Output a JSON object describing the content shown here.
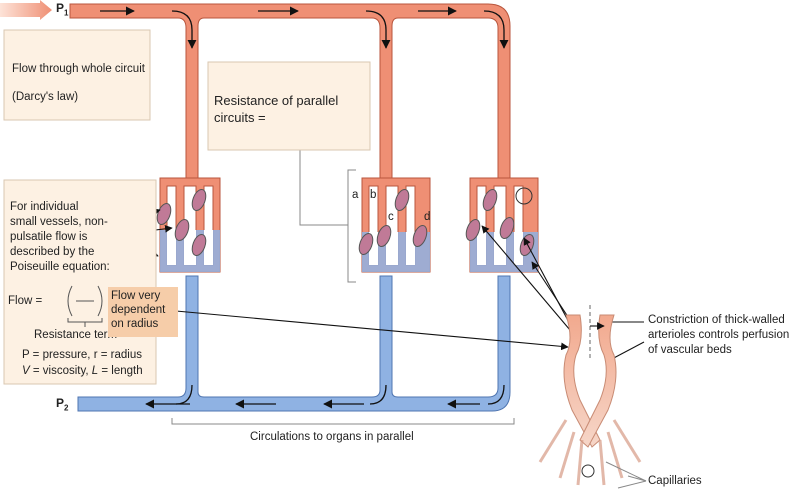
{
  "labels": {
    "p1": "P",
    "p1_sub": "1",
    "p2": "P",
    "p2_sub": "2",
    "whole_circuit": "Flow through whole circuit",
    "darcy": "(Darcy's law)",
    "parallel_resistance_1": "Resistance of parallel",
    "parallel_resistance_2": "circuits =",
    "individual_1": "For individual",
    "individual_2": "small vessels, non-",
    "individual_3": "pulsatile flow is",
    "individual_4": "described by the",
    "individual_5": "Poiseuille equation:",
    "flow_eq": "Flow =",
    "resistance_term": "Resistance term",
    "flow_dependent_1": "Flow very",
    "flow_dependent_2": "dependent",
    "flow_dependent_3": "on radius",
    "pressure_radius": "P = pressure, r = radius",
    "viscosity_length_v": "V",
    "viscosity_length_mid": " = viscosity, ",
    "viscosity_length_l": "L",
    "viscosity_length_end": " = length",
    "vessel_a": "a",
    "vessel_b": "b",
    "vessel_c": "c",
    "vessel_d": "d",
    "organs_parallel": "Circulations to organs in parallel",
    "constriction_1": "Constriction of thick-walled",
    "constriction_2": "arterioles controls perfusion",
    "constriction_3": "of vascular beds",
    "capillaries": "Capillaries"
  },
  "colors": {
    "arterial": "#ef8f74",
    "arterial_light": "#f9b59c",
    "venous": "#8fb2e3",
    "venous_light": "#b9cff0",
    "box_fill": "#fdf1e3",
    "highlight": "#f6cda9"
  }
}
